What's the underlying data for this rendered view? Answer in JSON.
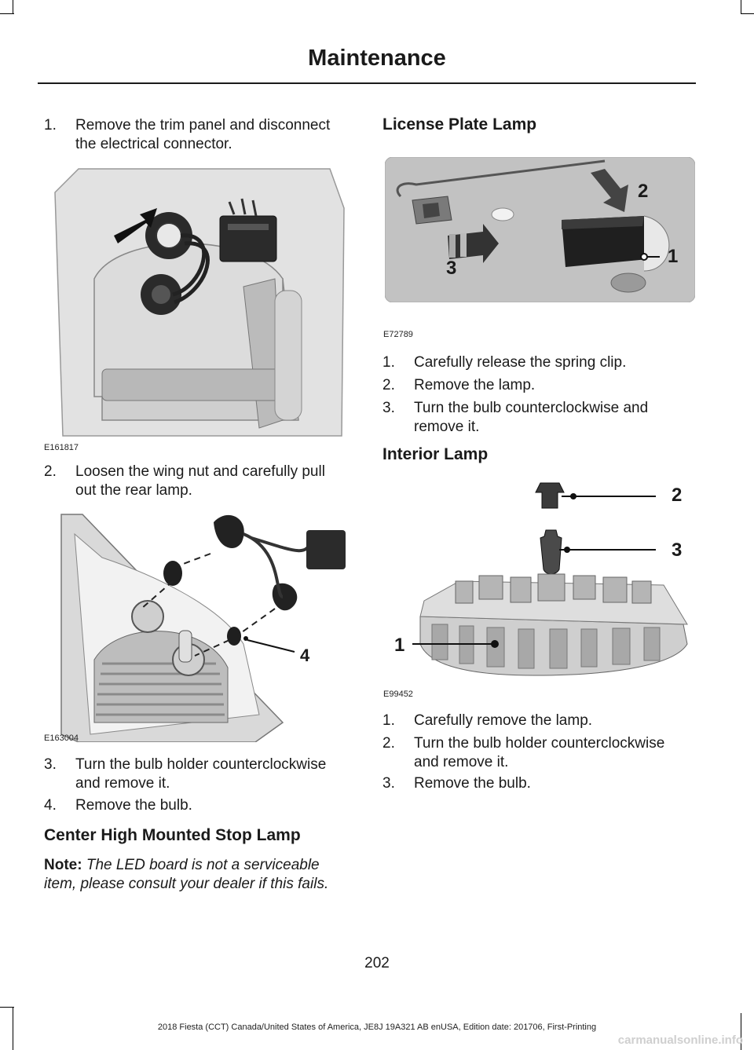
{
  "header": {
    "title": "Maintenance"
  },
  "left": {
    "step1": {
      "num": "1.",
      "text1": "Remove the trim panel and disconnect",
      "text2": "the electrical connector."
    },
    "fig1": {
      "code": "E161817"
    },
    "step2": {
      "num": "2.",
      "text1": "Loosen the wing nut and carefully pull",
      "text2": "out the rear lamp."
    },
    "fig2": {
      "code": "E163004",
      "callout": "4"
    },
    "step3": {
      "num": "3.",
      "text1": "Turn the bulb holder counterclockwise",
      "text2": "and remove it."
    },
    "step4": {
      "num": "4.",
      "text1": "Remove the bulb."
    },
    "section": {
      "title": "Center High Mounted Stop Lamp"
    },
    "note": {
      "label": "Note:",
      "line1": "The LED board is not a serviceable",
      "line2": "item, please consult your dealer if this fails."
    }
  },
  "right": {
    "license": {
      "title": "License Plate Lamp",
      "fig": {
        "code": "E72789",
        "callout1": "1",
        "callout2": "2",
        "callout3": "3"
      },
      "steps": [
        {
          "num": "1.",
          "text1": "Carefully release the spring clip."
        },
        {
          "num": "2.",
          "text1": "Remove the lamp."
        },
        {
          "num": "3.",
          "text1": "Turn the bulb counterclockwise and",
          "text2": "remove it."
        }
      ]
    },
    "interior": {
      "title": "Interior Lamp",
      "fig": {
        "code": "E99452",
        "callout1": "1",
        "callout2": "2",
        "callout3": "3"
      },
      "steps": [
        {
          "num": "1.",
          "text1": "Carefully remove the lamp."
        },
        {
          "num": "2.",
          "text1": "Turn the bulb holder counterclockwise",
          "text2": "and remove it."
        },
        {
          "num": "3.",
          "text1": "Remove the bulb."
        }
      ]
    }
  },
  "page_number": "202",
  "footer": "2018 Fiesta (CCT) Canada/United States of America, JE8J 19A321 AB enUSA, Edition date: 201706, First-Printing",
  "watermark": "carmanualsonline.info"
}
